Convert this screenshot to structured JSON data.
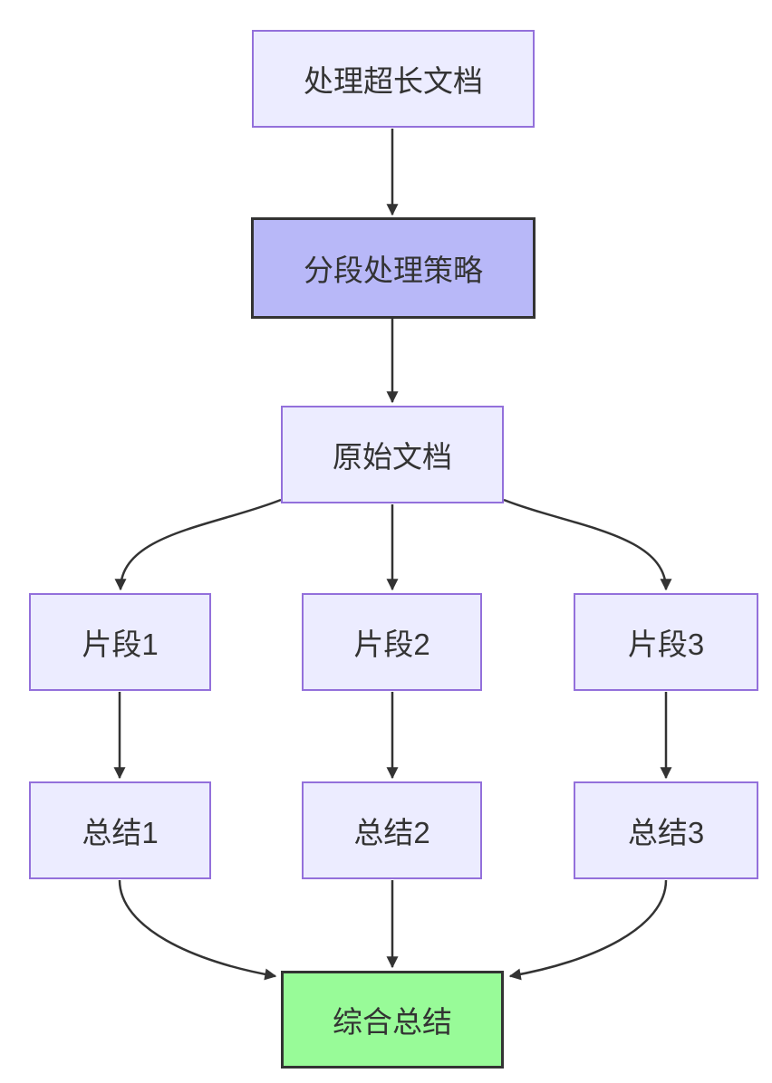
{
  "diagram": {
    "type": "flowchart",
    "direction": "top-down",
    "nodes": [
      {
        "id": "A",
        "label": "处理超长文档",
        "kind": "default"
      },
      {
        "id": "B",
        "label": "分段处理策略",
        "kind": "highlight"
      },
      {
        "id": "C",
        "label": "原始文档",
        "kind": "default"
      },
      {
        "id": "D1",
        "label": "片段1",
        "kind": "default"
      },
      {
        "id": "D2",
        "label": "片段2",
        "kind": "default"
      },
      {
        "id": "D3",
        "label": "片段3",
        "kind": "default"
      },
      {
        "id": "E1",
        "label": "总结1",
        "kind": "default"
      },
      {
        "id": "E2",
        "label": "总结2",
        "kind": "default"
      },
      {
        "id": "E3",
        "label": "总结3",
        "kind": "default"
      },
      {
        "id": "F",
        "label": "综合总结",
        "kind": "success"
      }
    ],
    "edges": [
      {
        "from": "A",
        "to": "B"
      },
      {
        "from": "B",
        "to": "C"
      },
      {
        "from": "C",
        "to": "D1"
      },
      {
        "from": "C",
        "to": "D2"
      },
      {
        "from": "C",
        "to": "D3"
      },
      {
        "from": "D1",
        "to": "E1"
      },
      {
        "from": "D2",
        "to": "E2"
      },
      {
        "from": "D3",
        "to": "E3"
      },
      {
        "from": "E1",
        "to": "F"
      },
      {
        "from": "E2",
        "to": "F"
      },
      {
        "from": "E3",
        "to": "F"
      }
    ],
    "colors": {
      "background": "#FFFFFF",
      "node_fill": "#ECECFF",
      "node_border": "#9370DB",
      "highlight_fill": "#B8B8F8",
      "highlight_border": "#333333",
      "success_fill": "#98FB98",
      "success_border": "#333333",
      "edge": "#333333",
      "text": "#333333"
    }
  }
}
